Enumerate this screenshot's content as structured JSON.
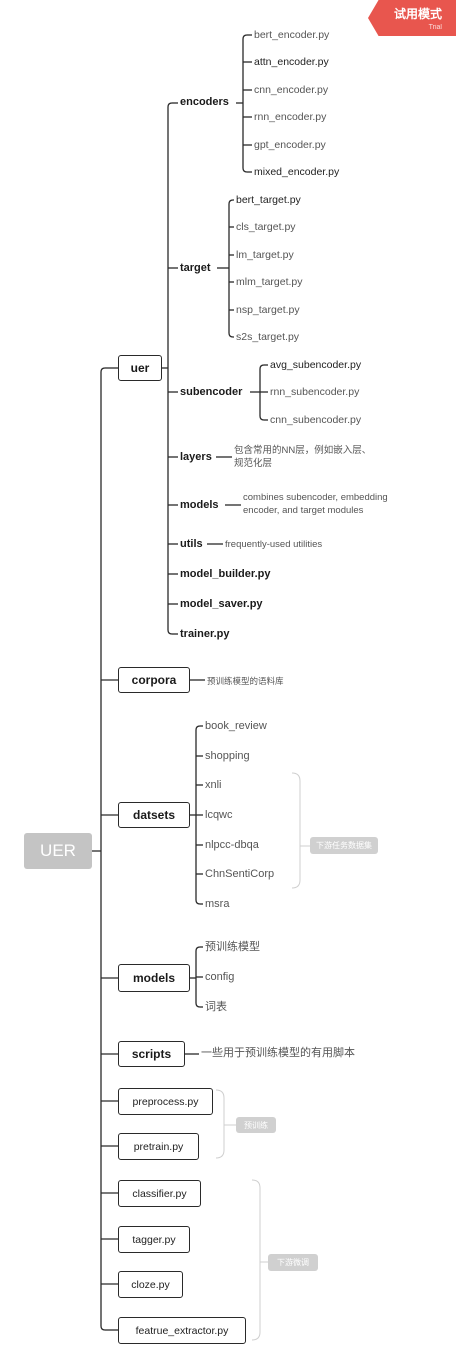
{
  "badge": {
    "title": "试用模式",
    "subtitle": "Trial"
  },
  "root": {
    "label": "UER"
  },
  "uer": {
    "label": "uer",
    "encoders": {
      "label": "encoders",
      "files": [
        "bert_encoder.py",
        "attn_encoder.py",
        "cnn_encoder.py",
        "rnn_encoder.py",
        "gpt_encoder.py",
        "mixed_encoder.py"
      ]
    },
    "target": {
      "label": "target",
      "files": [
        "bert_target.py",
        "cls_target.py",
        "lm_target.py",
        "mlm_target.py",
        "nsp_target.py",
        "s2s_target.py"
      ]
    },
    "subencoder": {
      "label": "subencoder",
      "files": [
        "avg_subencoder.py",
        "rnn_subencoder.py",
        "cnn_subencoder.py"
      ]
    },
    "layers": {
      "label": "layers",
      "note": [
        "包含常用的NN层，例如嵌入层、",
        "规范化层"
      ]
    },
    "models": {
      "label": "models",
      "note": [
        "combines subencoder, embedding",
        "encoder, and target modules"
      ]
    },
    "utils": {
      "label": "utils",
      "note": "frequently-used utilities"
    },
    "model_builder": "model_builder.py",
    "model_saver": "model_saver.py",
    "trainer": "trainer.py"
  },
  "corpora": {
    "label": "corpora",
    "note": "预训练模型的语料库"
  },
  "datsets": {
    "label": "datsets",
    "items": [
      "book_review",
      "shopping",
      "xnli",
      "lcqwc",
      "nlpcc-dbqa",
      "ChnSentiCorp",
      "msra"
    ],
    "tag": "下游任务数据集"
  },
  "models": {
    "label": "models",
    "items": [
      "预训练模型",
      "config",
      "词表"
    ]
  },
  "scripts": {
    "label": "scripts",
    "note": "一些用于预训练模型的有用脚本"
  },
  "pretrain_files": [
    "preprocess.py",
    "pretrain.py"
  ],
  "pretrain_tag": "预训练",
  "finetune_files": [
    "classifier.py",
    "tagger.py",
    "cloze.py",
    "featrue_extractor.py"
  ],
  "finetune_tag": "下游微调"
}
